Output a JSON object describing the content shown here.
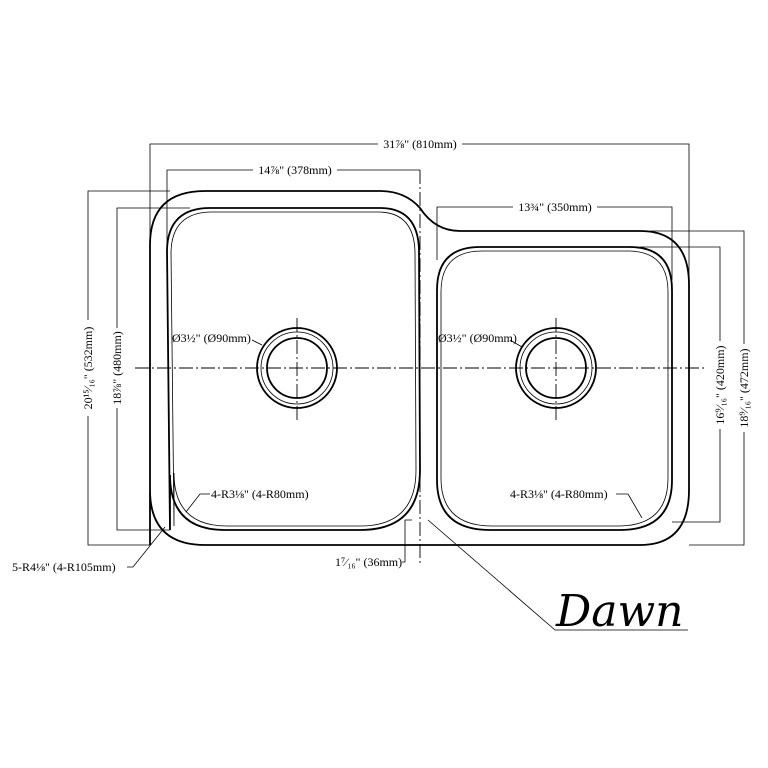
{
  "dimensions": {
    "overall_width": "31⅞\" (810mm)",
    "left_bowl_width": "14⅞\" (378mm)",
    "right_bowl_width": "13¾\" (350mm)",
    "overall_depth_left": "20¹⁵⁄₁₆\" (532mm)",
    "left_bowl_depth": "18⅞\" (480mm)",
    "right_bowl_depth": "16⁹⁄₁₆\" (420mm)",
    "overall_depth_right": "18⁹⁄₁₆\" (472mm)",
    "left_drain": "Ø3½\" (Ø90mm)",
    "right_drain": "Ø3½\" (Ø90mm)",
    "left_bowl_radius": "4-R3⅛\" (4-R80mm)",
    "right_bowl_radius": "4-R3⅛\" (4-R80mm)",
    "outer_radius": "5-R4⅛\" (4-R105mm)",
    "divider_width": "1⁷⁄₁₆\" (36mm)"
  },
  "brand": {
    "logo": "Dawn"
  }
}
